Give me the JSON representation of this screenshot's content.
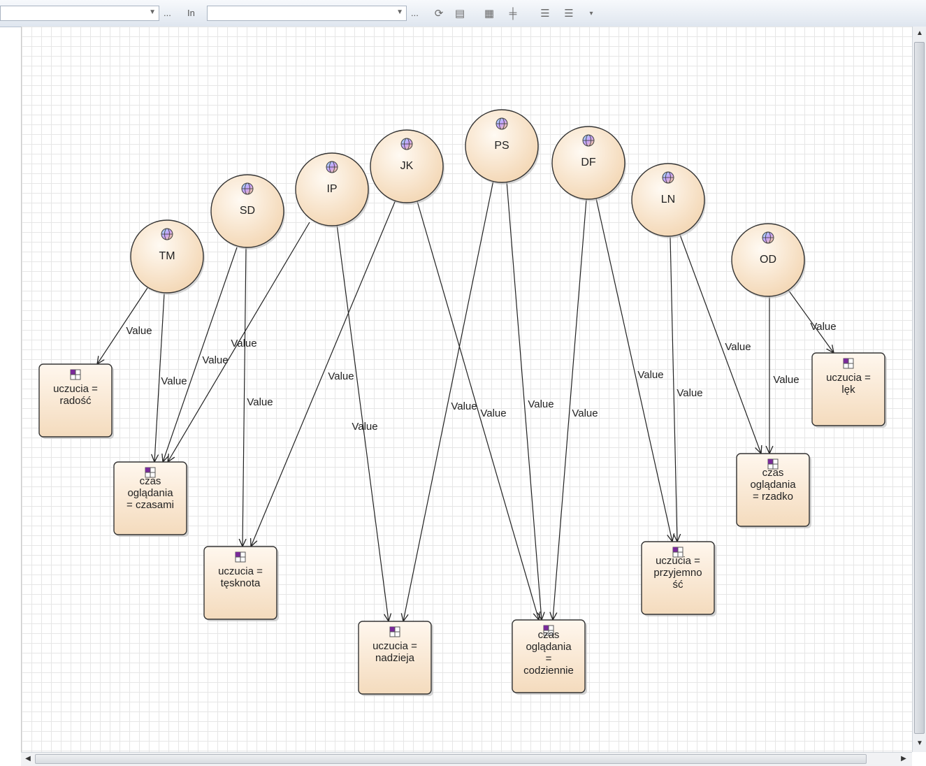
{
  "toolbar": {
    "in_label": "In",
    "ellipsis": "...",
    "icons": [
      "refresh-icon",
      "print-icon",
      "hierarchy-icon",
      "align-icon",
      "indent-icon",
      "outdent-icon",
      "more-icon"
    ]
  },
  "diagram": {
    "edge_label": "Value",
    "nodes": [
      {
        "id": "TM",
        "label": "TM"
      },
      {
        "id": "SD",
        "label": "SD"
      },
      {
        "id": "IP",
        "label": "IP"
      },
      {
        "id": "JK",
        "label": "JK"
      },
      {
        "id": "PS",
        "label": "PS"
      },
      {
        "id": "DF",
        "label": "DF"
      },
      {
        "id": "LN",
        "label": "LN"
      },
      {
        "id": "OD",
        "label": "OD"
      }
    ],
    "values": [
      {
        "id": "radosc",
        "lines": [
          "uczucia =",
          "radość"
        ]
      },
      {
        "id": "czasami",
        "lines": [
          "czas",
          "oglądania",
          "= czasami"
        ]
      },
      {
        "id": "tesknota",
        "lines": [
          "uczucia =",
          "tęsknota"
        ]
      },
      {
        "id": "nadzieja",
        "lines": [
          "uczucia =",
          "nadzieja"
        ]
      },
      {
        "id": "codziennie",
        "lines": [
          "czas",
          "oglądania",
          "=",
          "codziennie"
        ]
      },
      {
        "id": "przyjemnosc",
        "lines": [
          "uczucia =",
          "przyjemno",
          "ść"
        ]
      },
      {
        "id": "rzadko",
        "lines": [
          "czas",
          "oglądania",
          "= rzadko"
        ]
      },
      {
        "id": "lek",
        "lines": [
          "uczucia =",
          "lęk"
        ]
      }
    ],
    "edges": [
      {
        "from": "TM",
        "to": "radosc"
      },
      {
        "from": "TM",
        "to": "czasami"
      },
      {
        "from": "SD",
        "to": "czasami"
      },
      {
        "from": "SD",
        "to": "tesknota"
      },
      {
        "from": "IP",
        "to": "czasami"
      },
      {
        "from": "IP",
        "to": "nadzieja"
      },
      {
        "from": "JK",
        "to": "tesknota"
      },
      {
        "from": "JK",
        "to": "codziennie"
      },
      {
        "from": "PS",
        "to": "nadzieja"
      },
      {
        "from": "PS",
        "to": "codziennie"
      },
      {
        "from": "DF",
        "to": "codziennie"
      },
      {
        "from": "DF",
        "to": "przyjemnosc"
      },
      {
        "from": "LN",
        "to": "przyjemnosc"
      },
      {
        "from": "LN",
        "to": "rzadko"
      },
      {
        "from": "OD",
        "to": "rzadko"
      },
      {
        "from": "OD",
        "to": "lek"
      }
    ]
  },
  "colors": {
    "node_fill_light": "#fff8f0",
    "node_fill_dark": "#f5d9b8",
    "stroke": "#333333",
    "grid": "#e6e6e6"
  }
}
